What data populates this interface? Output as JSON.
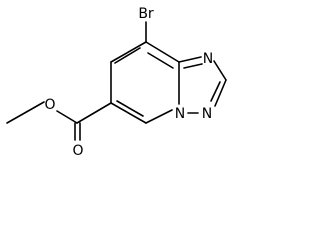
{
  "molecule": {
    "atoms": {
      "br": "Br",
      "n_ring_top": "N",
      "n_ring_bottom_left": "N",
      "n_ring_bottom_right": "N",
      "o_carbonyl": "O",
      "o_ester": "O"
    },
    "colors": {
      "bond": "#000000",
      "text": "#000000",
      "background": "#ffffff"
    }
  }
}
